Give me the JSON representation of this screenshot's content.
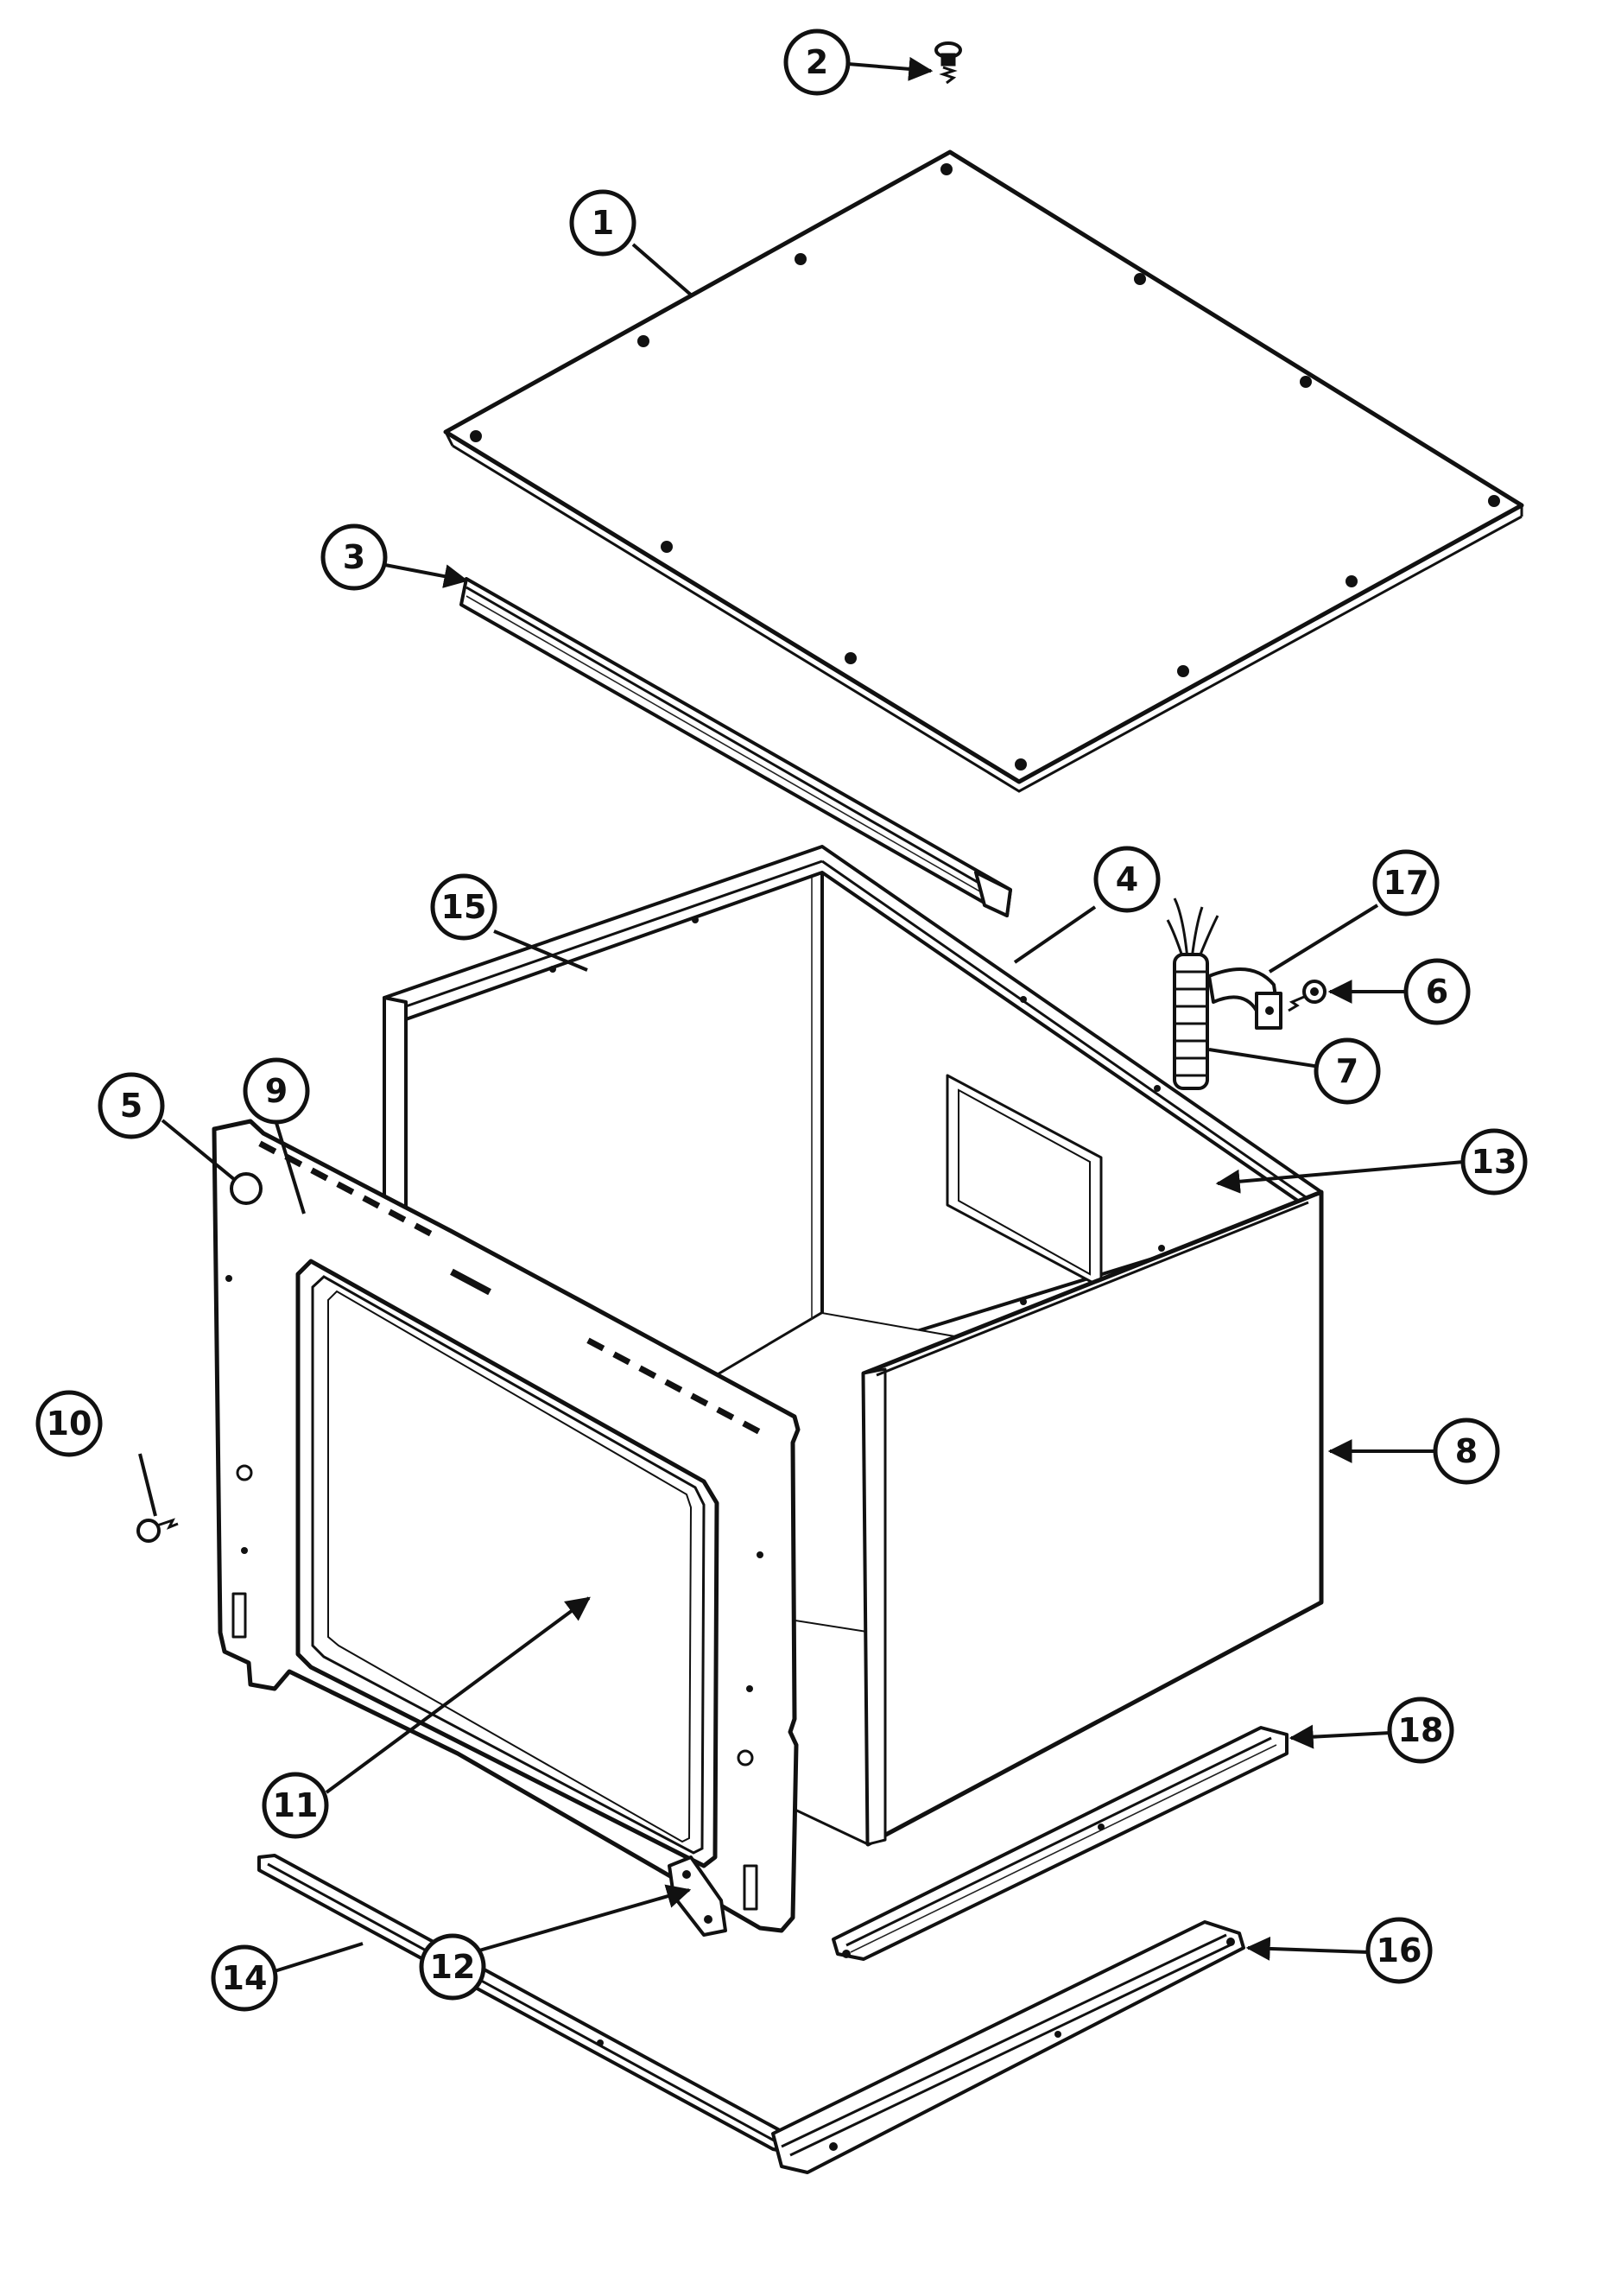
{
  "diagram": {
    "type": "exploded-parts-diagram",
    "callouts": [
      {
        "id": "c1",
        "label": "1"
      },
      {
        "id": "c2",
        "label": "2"
      },
      {
        "id": "c3",
        "label": "3"
      },
      {
        "id": "c4",
        "label": "4"
      },
      {
        "id": "c5",
        "label": "5"
      },
      {
        "id": "c6",
        "label": "6"
      },
      {
        "id": "c7",
        "label": "7"
      },
      {
        "id": "c8",
        "label": "8"
      },
      {
        "id": "c9",
        "label": "9"
      },
      {
        "id": "c10",
        "label": "10"
      },
      {
        "id": "c11",
        "label": "11"
      },
      {
        "id": "c12",
        "label": "12"
      },
      {
        "id": "c13",
        "label": "13"
      },
      {
        "id": "c14",
        "label": "14"
      },
      {
        "id": "c15",
        "label": "15"
      },
      {
        "id": "c16",
        "label": "16"
      },
      {
        "id": "c17",
        "label": "17"
      },
      {
        "id": "c18",
        "label": "18"
      }
    ]
  }
}
